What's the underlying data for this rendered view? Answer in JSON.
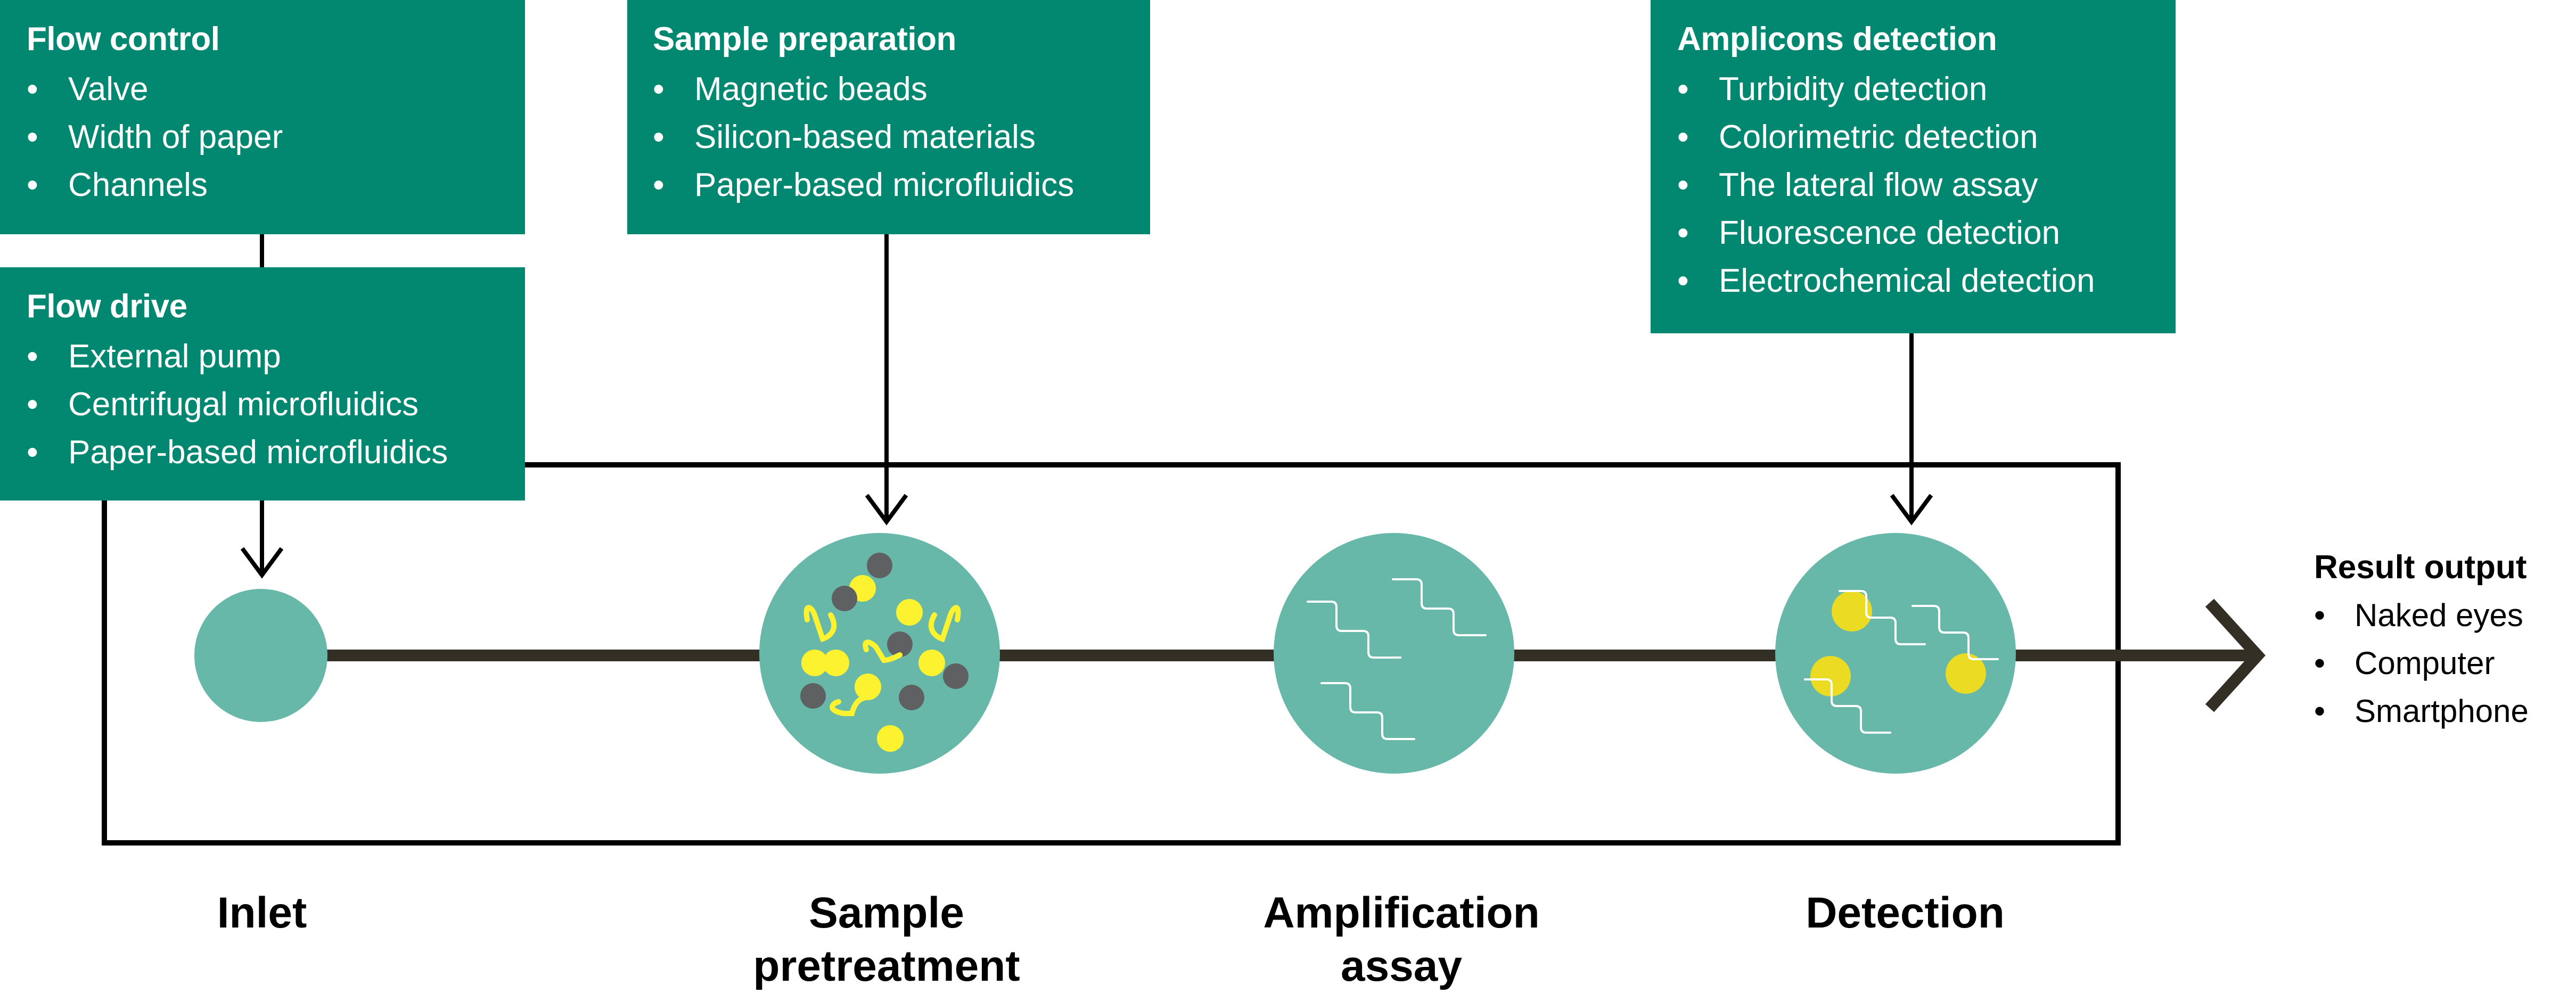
{
  "colors": {
    "box_fill": "#028870",
    "chamber_fill": "#67b8a9",
    "channel_line": "#332f25",
    "particle_yellow": "#fcf230",
    "target_yellow": "#ebdb22",
    "debris_gray": "#5f6062",
    "frame": "#000000"
  },
  "boxes": {
    "flow_control": {
      "title": "Flow control",
      "items": [
        "Valve",
        "Width of paper",
        "Channels"
      ]
    },
    "flow_drive": {
      "title": "Flow drive",
      "items": [
        "External pump",
        "Centrifugal microfluidics",
        "Paper-based microfluidics"
      ]
    },
    "sample_preparation": {
      "title": "Sample preparation",
      "items": [
        "Magnetic beads",
        "Silicon-based materials",
        "Paper-based microfluidics"
      ]
    },
    "amplicons_detection": {
      "title": "Amplicons detection",
      "items": [
        "Turbidity detection",
        "Colorimetric detection",
        "The lateral flow assay",
        "Fluorescence detection",
        "Electrochemical detection"
      ]
    }
  },
  "result_output": {
    "title": "Result output",
    "items": [
      "Naked eyes",
      "Computer",
      "Smartphone"
    ]
  },
  "stages": [
    {
      "line1": "Inlet",
      "line2": ""
    },
    {
      "line1": "Sample",
      "line2": "pretreatment"
    },
    {
      "line1": "Amplification",
      "line2": "assay"
    },
    {
      "line1": "Detection",
      "line2": ""
    }
  ]
}
